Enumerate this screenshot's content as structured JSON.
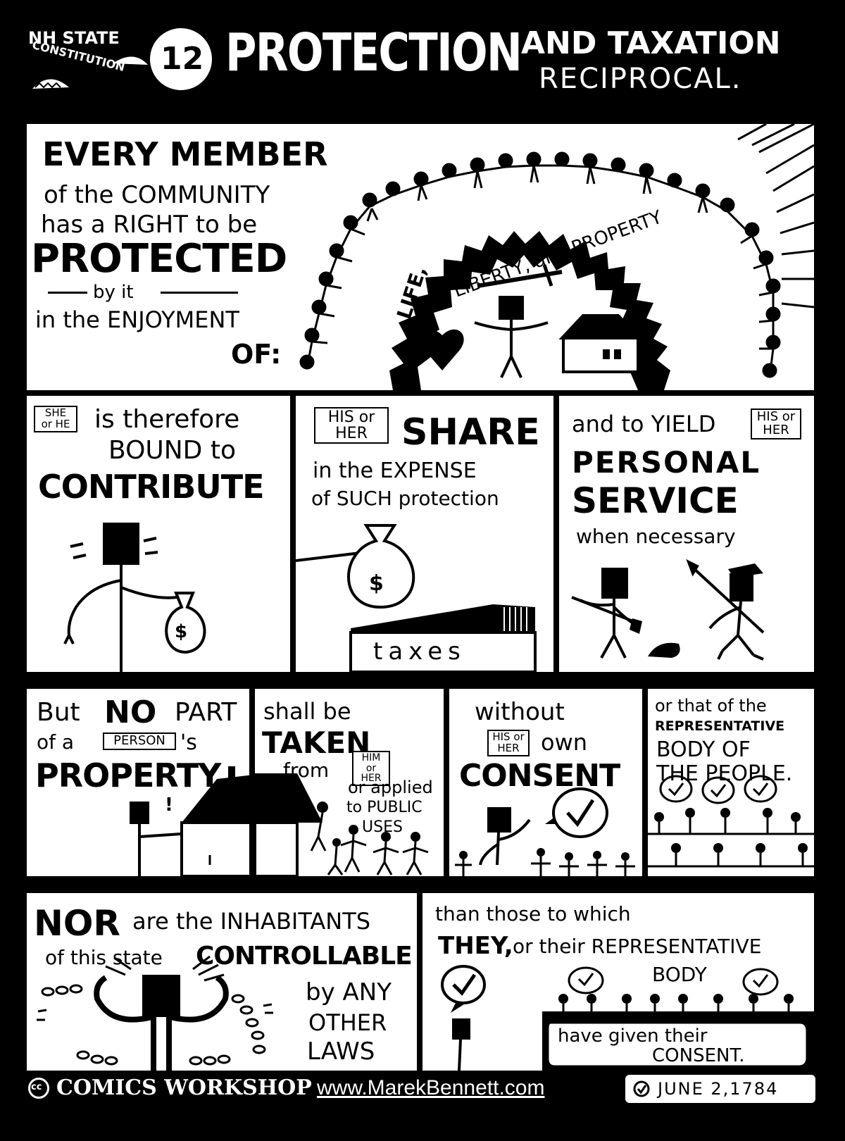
{
  "header": {
    "series_line1": "NH STATE",
    "series_line2": "CONSTITUTION",
    "article_number": "12",
    "title_main": "PROTECTION",
    "title_and_taxation": "AND TAXATION",
    "title_reciprocal": "RECIPROCAL."
  },
  "panel1": {
    "every_member": "EVERY MEMBER",
    "line2": "of the COMMUNITY",
    "line3": "has a RIGHT to be",
    "protected": "PROTECTED",
    "by_it": "by it",
    "line6": "in the ENJOYMENT",
    "of": "OF:",
    "life": "LIFE,",
    "liberty": "LIBERTY, and PROPERTY"
  },
  "panel2": {
    "box": "SHE or HE",
    "line1": "is therefore",
    "line2": "BOUND to",
    "contribute": "CONTRIBUTE",
    "bag_symbol": "$"
  },
  "panel3": {
    "box": "HIS or HER",
    "share": "SHARE",
    "line2": "in the EXPENSE",
    "line3": "of SUCH protection",
    "bag_symbol": "$",
    "taxes": "taxes"
  },
  "panel4": {
    "line1": "and to YIELD",
    "box": "HIS or HER",
    "personal": "PERSONAL",
    "service": "SERVICE",
    "line4": "when necessary"
  },
  "panel5": {
    "line1a": "But",
    "no": "NO",
    "line1b": "PART",
    "line2a": "of a",
    "box": "PERSON",
    "line2b": "'s",
    "property": "PROPERTY",
    "exclaim": "!"
  },
  "panel6": {
    "line1": "shall be",
    "taken": "TAKEN",
    "from": "from",
    "box": "HIM or HER",
    "line4": "or applied",
    "line5": "to PUBLIC",
    "line6": "USES"
  },
  "panel7": {
    "without": "without",
    "box": "HIS or HER",
    "own": "own",
    "consent": "CONSENT"
  },
  "panel8": {
    "line1": "or that of the",
    "line2": "REPRESENTATIVE",
    "line3": "BODY OF",
    "line4": "THE PEOPLE."
  },
  "panel9": {
    "nor": "NOR",
    "line1b": "are the INHABITANTS",
    "line2a": "of this state",
    "controllable": "CONTROLLABLE",
    "line3": "by ANY",
    "line4": "OTHER",
    "line5": "LAWS"
  },
  "panel10": {
    "line1": "than those to which",
    "they": "THEY,",
    "line2b": "or their REPRESENTATIVE",
    "body": "BODY",
    "caption1": "have given their",
    "caption2": "CONSENT."
  },
  "footer": {
    "license": "cc",
    "workshop": "COMICS WORKSHOP",
    "url": "www.MarekBennett.com",
    "date": "JUNE 2,1784"
  }
}
